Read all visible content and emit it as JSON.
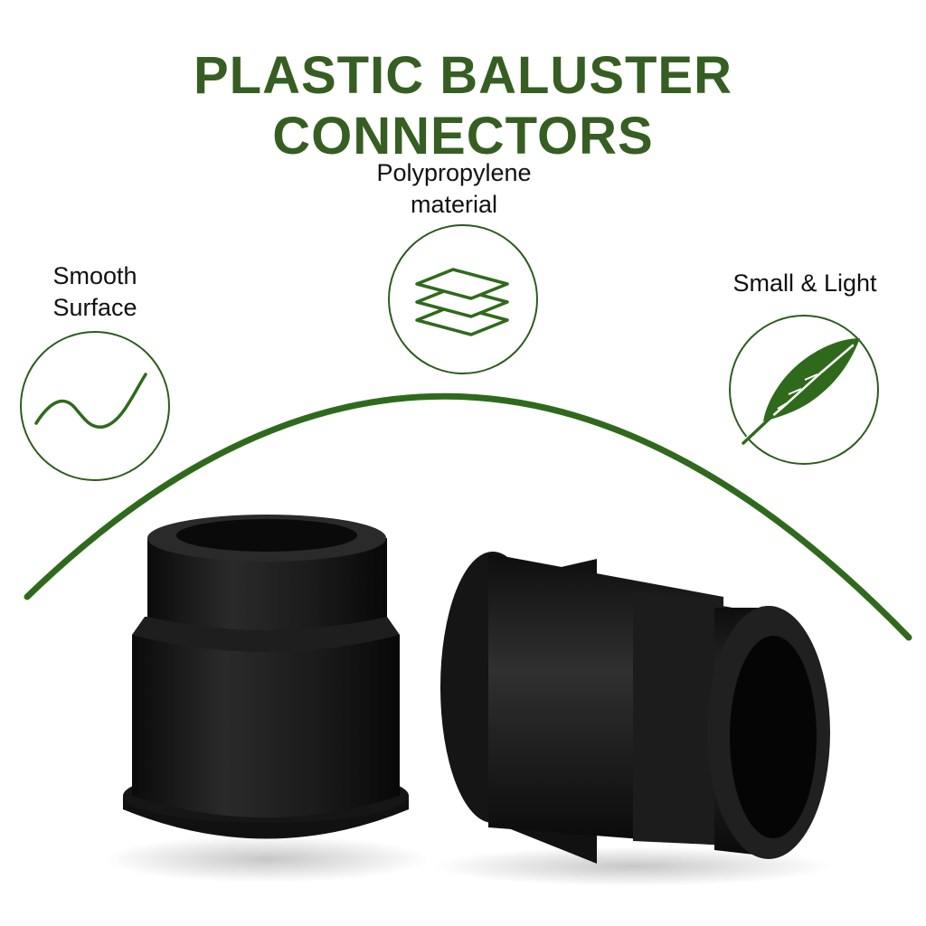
{
  "title": "PLASTIC BALUSTER CONNECTORS",
  "colors": {
    "title": "#365e22",
    "accent_green": "#2f5a1f",
    "product_black": "#1b1b1b"
  },
  "features": [
    {
      "label_line1": "Smooth",
      "label_line2": "Surface",
      "icon": "wave-line-icon"
    },
    {
      "label_line1": "Polypropylene",
      "label_line2": "material",
      "icon": "layers-icon"
    },
    {
      "label_line1": "Small & Light",
      "label_line2": "",
      "icon": "feather-icon"
    }
  ]
}
